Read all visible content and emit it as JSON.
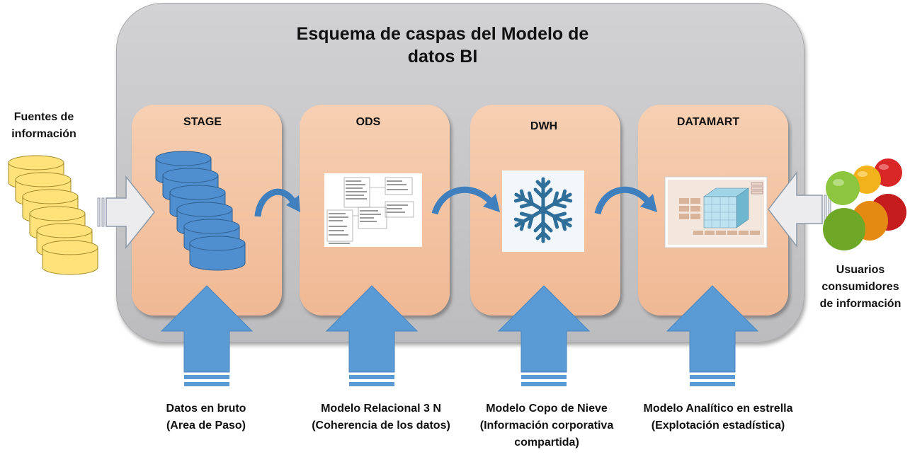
{
  "title": "Esquema de caspas del Modelo de datos BI",
  "sources_label": "Fuentes de información",
  "users_label": "Usuarios consumidores de información",
  "stages": [
    {
      "name": "STAGE",
      "caption_line1": "Datos en bruto",
      "caption_line2": "(Area de Paso)",
      "caption_line3": ""
    },
    {
      "name": "ODS",
      "caption_line1": "Modelo Relacional 3 N",
      "caption_line2": "(Coherencia de los datos)",
      "caption_line3": ""
    },
    {
      "name": "DWH",
      "caption_line1": "Modelo Copo de Nieve",
      "caption_line2": "(Información corporativa",
      "caption_line3": "compartida)"
    },
    {
      "name": "DATAMART",
      "caption_line1": "Modelo Analítico en estrella",
      "caption_line2": "(Explotación estadística)",
      "caption_line3": ""
    }
  ],
  "icons": {
    "source_db": "database-stack-icon",
    "stage_db": "database-stack-icon",
    "ods": "relational-model-icon",
    "dwh": "snowflake-icon",
    "datamart": "olap-cube-icon",
    "users": "users-group-icon"
  },
  "colors": {
    "panel": "#c8c8ca",
    "stage_fill": "#f3c2a1",
    "arrow_blue": "#5b9bd5",
    "db_yellow": "#ffe27a",
    "db_blue": "#4f8fd0"
  }
}
